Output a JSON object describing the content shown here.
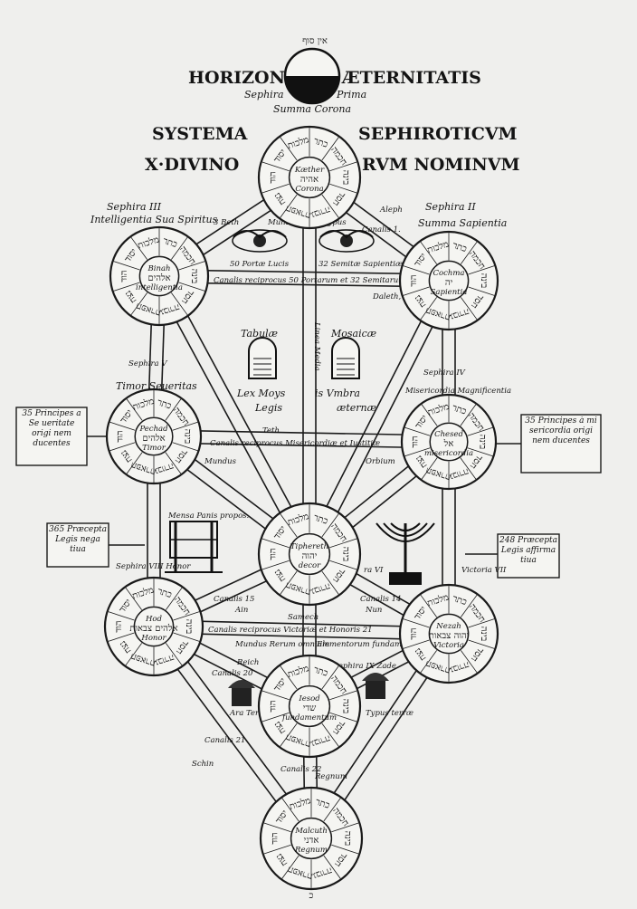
{
  "header": {
    "hebrew_top": "אין סוף",
    "horizon": "HORIZON",
    "aeternitatis": "ÆTERNITATIS",
    "sephira_prima_1": "Sephira",
    "sephira_prima_2": "Prima",
    "summa_corona": "Summa Corona",
    "title_left_1": "SYSTEMA",
    "title_right_1": "SEPHIROTICVM",
    "title_left_2": "X·DIVINO",
    "title_right_2": "RVM NOMINVM"
  },
  "sephiroth": [
    {
      "id": "kether",
      "name": "Kæther",
      "sub": "Corona",
      "heb": "אהיה"
    },
    {
      "id": "binah",
      "name": "Binah",
      "sub": "intelligentia",
      "heb": "אלהים"
    },
    {
      "id": "chochma",
      "name": "Cochma",
      "sub": "Sapientia",
      "heb": "יה"
    },
    {
      "id": "pechad",
      "name": "Pechad",
      "sub": "Timor",
      "heb": "אלהים"
    },
    {
      "id": "chesed",
      "name": "Chesed",
      "sub": "misericordia",
      "heb": "אל"
    },
    {
      "id": "tiphereth",
      "name": "Tiphereth",
      "sub": "decor",
      "heb": "יהוה"
    },
    {
      "id": "hod",
      "name": "Hod",
      "sub": "Honor",
      "heb": "אלהים צבאות"
    },
    {
      "id": "nezah",
      "name": "Nezah",
      "sub": "Victoria",
      "heb": "יהוה צבאות"
    },
    {
      "id": "iesod",
      "name": "Iesod",
      "sub": "fundamentum",
      "heb": "שדי"
    },
    {
      "id": "malcuth",
      "name": "Malcuth",
      "sub": "Regnum",
      "heb": "אדני"
    }
  ],
  "ring_words": [
    "כתר",
    "חכמה",
    "בינה",
    "חסד",
    "גבורה",
    "תפארת",
    "נצח",
    "הוד",
    "יסוד",
    "מלכות"
  ],
  "labels": {
    "sephira3_1": "Sephira III",
    "sephira3_2": "Intelligentia Sua Spiritus",
    "sephira2_1": "Sephira II",
    "sephira2_2": "Summa Sapientia",
    "beth": "3 Beth",
    "aleph": "Aleph",
    "canalis1": "Canalis 1.",
    "mundus_archetypus": "Mundus Archetypus",
    "portae_lucis": "50 Portæ Lucis",
    "semitae_sap": "32 Semitæ Sapientiæ",
    "canalis_recip": "Canalis reciprocus 50 Portarum et 32 Semitarum",
    "daleth": "Daleth,",
    "linea_media": "Linea Media",
    "tabulae": "Tabulæ",
    "mosaicae": "Mosaicæ",
    "lex_moys": "Lex Moys",
    "is_umbra": "is Vmbra",
    "legis": "Legis",
    "aeternae": "æternæ",
    "sephira5": "Sephira V",
    "sephira4": "Sephira IV",
    "timor_severitas": "Timor Seueritas",
    "misericordia_magn": "Misericordia Magnificentia",
    "teth": "Teth",
    "canalis_miseric": "Canalis reciprocus Misericordiæ et Iustitiæ",
    "mundus": "Mundus",
    "orbium": "Orbium",
    "p35_left": "35 Principes a Se ueritate origi nem ducentes",
    "p35_right": "35 Principes à mi sericordia origi nem ducentes",
    "p365": "365 Præcepta Legis nega tiua",
    "p248": "248 Præcepta Legis affirma tiua",
    "mensa_panis": "Mensa Panis propos.",
    "sephira8": "Sephira VIII Honor",
    "sephira7": "Victoria VII",
    "raVI": "ra VI",
    "canalis15": "Canalis 15",
    "canalis14": "Canalis 14",
    "ain": "Ain",
    "samech": "Samech",
    "nun": "Nun",
    "canalis_vict": "Canalis reciprocus Victoriæ et Honoris 21",
    "mundus_rerum": "Mundus Rerum omnium",
    "elementorum": "Elementorum fundamentum",
    "canalis20": "Canalis 20",
    "reich": "Reich",
    "sephira_ix": "Sephira IX Zade",
    "ara_terrae": "Ara Terræ typus",
    "typus_terrae": "Typus terræ",
    "schin": "Schin",
    "canalis21": "Canalis 21",
    "canalis22": "Canalis 22",
    "regnum": "Regnum",
    "footer_mark": "כ"
  }
}
